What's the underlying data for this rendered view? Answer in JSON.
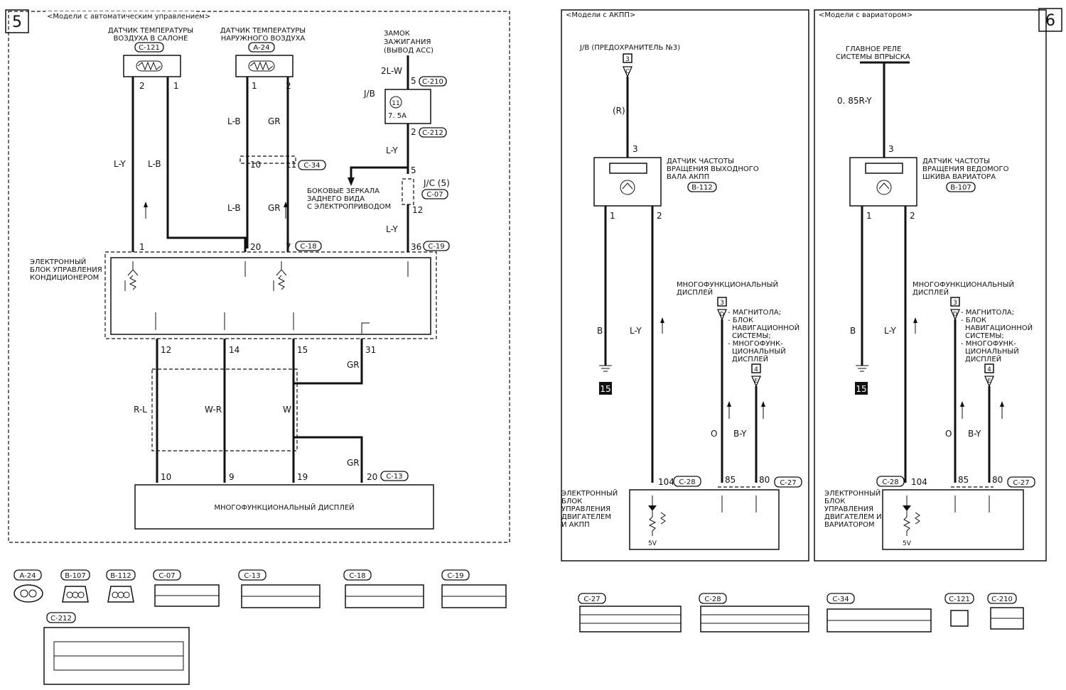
{
  "pages": {
    "left": "5",
    "right": "6"
  },
  "sections": {
    "auto": "<Модели с автоматическим управлением>",
    "akpp": "<Модели с АКПП>",
    "cvt": "<Модели с вариатором>"
  },
  "left": {
    "sensor_cabin": [
      "ДАТЧИК ТЕМПЕРАТУРЫ",
      "ВОЗДУХА В САЛОНЕ"
    ],
    "sensor_cabin_conn": "C-121",
    "sensor_outside": [
      "ДАТЧИК ТЕМПЕРАТУРЫ",
      "НАРУЖНОГО ВОЗДУХА"
    ],
    "sensor_outside_conn": "A-24",
    "ignition": [
      "ЗАМОК",
      "ЗАЖИГАНИЯ",
      "(ВЫВОД АСС)"
    ],
    "wire_2lw": "2L-W",
    "jb_label": "J/B",
    "fuse_num": "11",
    "fuse_amp": "7. 5A",
    "jc_label": "J/C (5)",
    "mirrors": [
      "БОКОВЫЕ ЗЕРКАЛА",
      "ЗАДНЕГО ВИДА",
      "С ЭЛЕКТРОПРИВОДОМ"
    ],
    "ecu": [
      "ЭЛЕКТРОННЫЙ",
      "БЛОК УПРАВЛЕНИЯ",
      "КОНДИЦИОНЕРОМ"
    ],
    "display": "МНОГОФУНКЦИОНАЛЬНЫЙ ДИСПЛЕЙ",
    "wires": {
      "ly": "L-Y",
      "lb": "L-B",
      "gr": "GR",
      "rl": "R-L",
      "wr": "W-R",
      "w": "W"
    },
    "pins": {
      "p2a": "2",
      "p1a": "1",
      "p1b": "1",
      "p2b": "2",
      "p10": "10",
      "p11": "11",
      "p5a": "5",
      "p2c": "2",
      "p5b": "5",
      "p12a": "12",
      "p1c": "1",
      "p20a": "20",
      "p7": "7",
      "p36": "36",
      "p12b": "12",
      "p14": "14",
      "p15": "15",
      "p31": "31",
      "p10b": "10",
      "p9": "9",
      "p19": "19",
      "p20b": "20"
    },
    "conns": {
      "c210": "C-210",
      "c212": "C-212",
      "c34": "C-34",
      "c07": "C-07",
      "c18": "C-18",
      "c19": "C-19",
      "c13": "C-13"
    }
  },
  "mid": {
    "jb_fuse": "J/B (ПРЕДОХРАНИТЕЛЬ №3)",
    "tag3": "3",
    "tag_c": "C",
    "wire_r": "(R)",
    "pin3": "3",
    "sensor": [
      "ДАТЧИК ЧАСТОТЫ",
      "ВРАЩЕНИЯ ВЫХОДНОГО",
      "ВАЛА АКПП"
    ],
    "sensor_conn": "B-112",
    "pin1": "1",
    "pin2": "2",
    "wire_b": "B",
    "wire_ly": "L-Y",
    "wire_o": "O",
    "wire_by": "B-Y",
    "ground": "15",
    "md": [
      "МНОГОФУНКЦИОНАЛЬНЫЙ",
      "ДИСПЛЕЙ"
    ],
    "md_tag3": "3",
    "md_tag4": "4",
    "md_d": "D",
    "md_e": "E",
    "md_list": [
      "- МАГНИТОЛА;",
      "- БЛОК",
      "НАВИГАЦИОННОЙ",
      "СИСТЕМЫ;",
      "- МНОГОФУНК-",
      "ЦИОНАЛЬНЫЙ",
      "ДИСПЛЕЙ"
    ],
    "p104": "104",
    "p85": "85",
    "p80": "80",
    "c28": "C-28",
    "c27": "C-27",
    "ecu": [
      "ЭЛЕКТРОННЫЙ",
      "БЛОК",
      "УПРАВЛЕНИЯ",
      "ДВИГАТЕЛЕМ",
      "И АКПП"
    ],
    "v5": "5V"
  },
  "right": {
    "relay": [
      "ГЛАВНОЕ РЕЛЕ",
      "СИСТЕМЫ ВПРЫСКА"
    ],
    "wire": "0. 85R-Y",
    "pin3": "3",
    "sensor": [
      "ДАТЧИК ЧАСТОТЫ",
      "ВРАЩЕНИЯ ВЕДОМОГО",
      "ШКИВА ВАРИАТОРА"
    ],
    "sensor_conn": "B-107",
    "pin1": "1",
    "pin2": "2",
    "wire_b": "B",
    "wire_ly": "L-Y",
    "wire_o": "O",
    "wire_by": "B-Y",
    "ground": "15",
    "md": [
      "МНОГОФУНКЦИОНАЛЬНЫЙ",
      "ДИСПЛЕЙ"
    ],
    "md_tag3": "3",
    "md_tag4": "4",
    "md_d": "D",
    "md_e": "E",
    "md_list": [
      "- МАГНИТОЛА;",
      "- БЛОК",
      "НАВИГАЦИОННОЙ",
      "СИСТЕМЫ;",
      "- МНОГОФУНК-",
      "ЦИОНАЛЬНЫЙ",
      "ДИСПЛЕЙ"
    ],
    "p104": "104",
    "p85": "85",
    "p80": "80",
    "c28": "C-28",
    "c27": "C-27",
    "ecu": [
      "ЭЛЕКТРОННЫЙ",
      "БЛОК",
      "УПРАВЛЕНИЯ",
      "ДВИГАТЕЛЕМ И",
      "ВАРИАТОРОМ"
    ],
    "v5": "5V"
  },
  "legend": {
    "a24": "A-24",
    "b107": "B-107",
    "b112": "B-112",
    "c07": "C-07",
    "c13": "C-13",
    "c18": "C-18",
    "c19": "C-19",
    "c212": "C-212",
    "c27": "C-27",
    "c28": "C-28",
    "c34": "C-34",
    "c121": "C-121",
    "c210": "C-210"
  }
}
